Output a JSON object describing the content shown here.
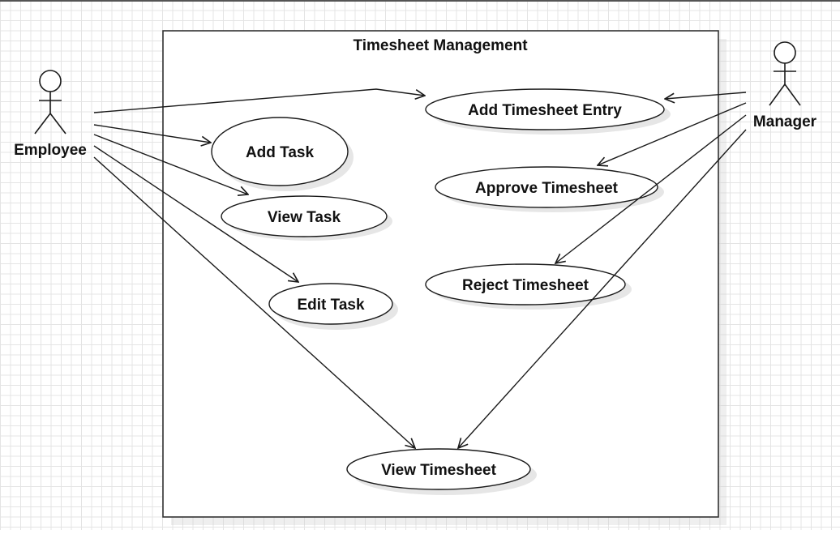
{
  "diagram": {
    "system_title": "Timesheet Management",
    "actors": {
      "employee": "Employee",
      "manager": "Manager"
    },
    "use_cases": {
      "add_timesheet_entry": "Add Timesheet Entry",
      "add_task": "Add Task",
      "view_task": "View Task",
      "edit_task": "Edit Task",
      "approve_timesheet": "Approve Timesheet",
      "reject_timesheet": "Reject Timesheet",
      "view_timesheet": "View Timesheet"
    },
    "associations": [
      {
        "from": "Employee",
        "to": "Add Timesheet Entry"
      },
      {
        "from": "Employee",
        "to": "Add Task"
      },
      {
        "from": "Employee",
        "to": "View Task"
      },
      {
        "from": "Employee",
        "to": "Edit Task"
      },
      {
        "from": "Employee",
        "to": "View Timesheet"
      },
      {
        "from": "Manager",
        "to": "Add Timesheet Entry"
      },
      {
        "from": "Manager",
        "to": "Approve Timesheet"
      },
      {
        "from": "Manager",
        "to": "Reject Timesheet"
      },
      {
        "from": "Manager",
        "to": "View Timesheet"
      }
    ],
    "colors": {
      "stroke": "#1a1a1a",
      "shadow": "#c8c8c8",
      "grid": "#e4e4e4"
    }
  }
}
